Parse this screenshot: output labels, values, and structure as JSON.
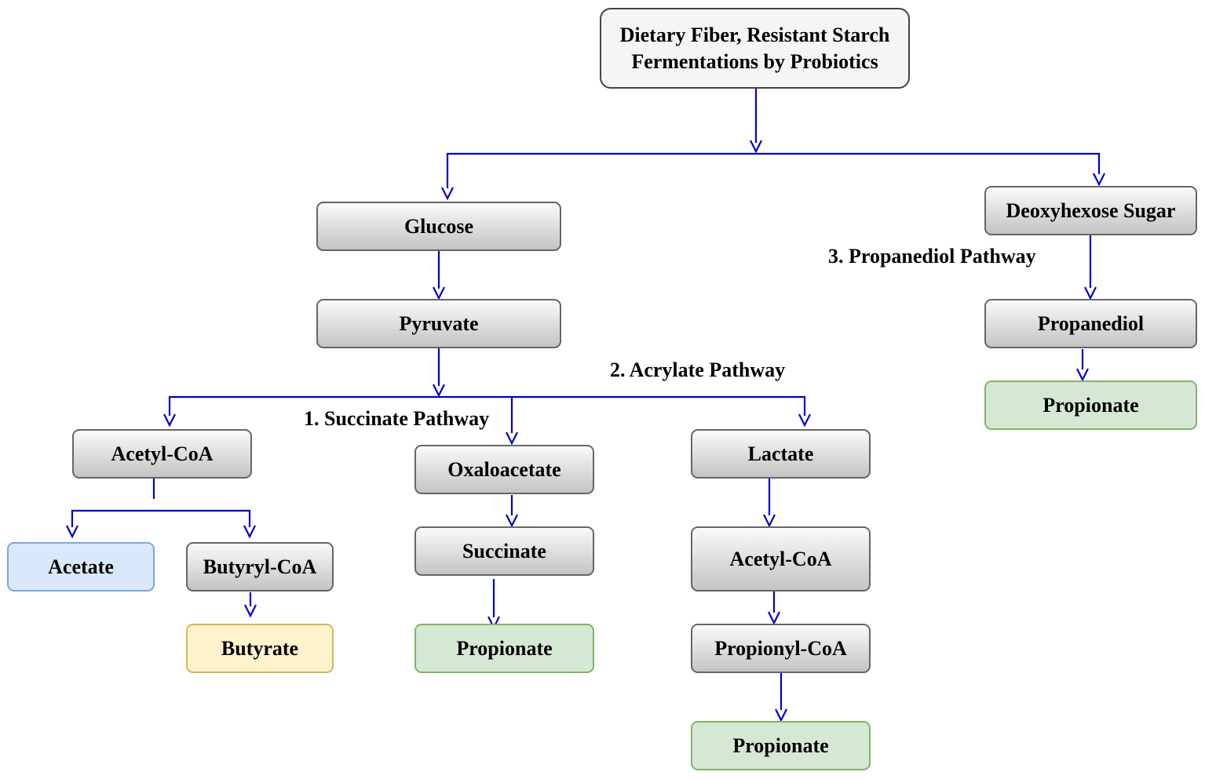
{
  "nodes": {
    "top": "Dietary Fiber, Resistant Starch Fermentations by Probiotics",
    "glucose": "Glucose",
    "pyruvate": "Pyruvate",
    "acetyl_coa_left": "Acetyl-CoA",
    "acetate": "Acetate",
    "butyryl_coa": "Butyryl-CoA",
    "butyrate": "Butyrate",
    "oxaloacetate": "Oxaloacetate",
    "succinate": "Succinate",
    "propionate_succinate": "Propionate",
    "lactate": "Lactate",
    "acetyl_coa_acrylate": "Acetyl-CoA",
    "propionyl_coa": "Propionyl-CoA",
    "propionate_acrylate": "Propionate",
    "deoxyhexose": "Deoxyhexose Sugar",
    "propanediol": "Propanediol",
    "propionate_propanediol": "Propionate"
  },
  "pathways": {
    "succinate": "1. Succinate Pathway",
    "acrylate": "2. Acrylate Pathway",
    "propanediol": "3. Propanediol Pathway"
  },
  "colors": {
    "arrow": "#0000cc",
    "acetate_fill": "#dae8fc",
    "butyrate_fill": "#fff2cc",
    "propionate_fill": "#d5e8d4"
  }
}
